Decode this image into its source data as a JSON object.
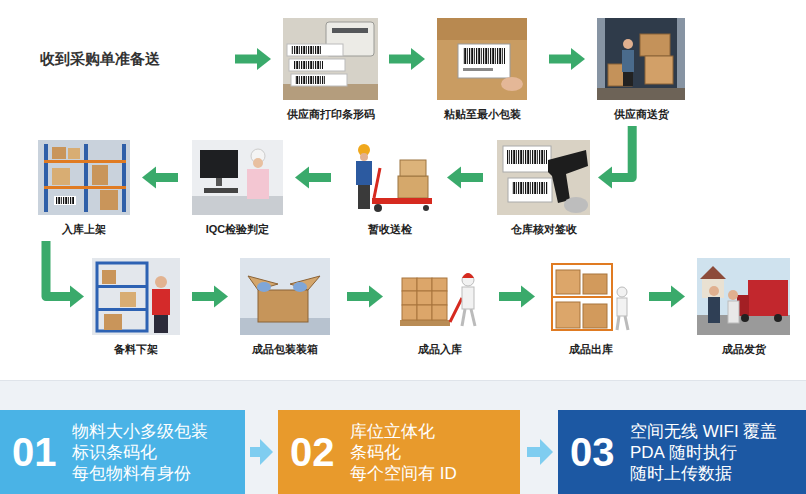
{
  "diagram": {
    "nodes": [
      {
        "text": [
          "收到采购单准备送"
        ]
      },
      {
        "text": [
          "供应商打印条形码"
        ]
      },
      {
        "text": [
          "粘贴至最小包装"
        ]
      },
      {
        "text": [
          "供应商送货"
        ]
      },
      {
        "text": [
          "仓库核对签收"
        ]
      },
      {
        "text": [
          "暂收送检"
        ]
      },
      {
        "text": [
          "IQC检验判定"
        ]
      },
      {
        "text": [
          "入库上架"
        ]
      },
      {
        "text": [
          "备料下架"
        ]
      },
      {
        "text": [
          "成品包装装箱"
        ]
      },
      {
        "text": [
          "成品入库"
        ]
      },
      {
        "text": [
          "成品出库"
        ]
      },
      {
        "text": [
          "成品发货"
        ]
      },
      {
        "text": [
          "01",
          "物料大小多级包装",
          "标识条码化",
          "每包物料有身份"
        ]
      },
      {
        "text": [
          "02",
          "库位立体化",
          "条码化",
          "每个空间有 ID"
        ]
      },
      {
        "text": [
          "03",
          "空间无线 WIFI 覆盖",
          "PDA 随时执行",
          "随时上传数据"
        ]
      }
    ],
    "edges": [
      {
        "from": 0,
        "to": 1,
        "arrow": "to"
      },
      {
        "from": 1,
        "to": 2,
        "arrow": "to"
      },
      {
        "from": 2,
        "to": 3,
        "arrow": "to"
      },
      {
        "from": 3,
        "to": 4,
        "arrow": "to"
      },
      {
        "from": 4,
        "to": 5,
        "arrow": "to"
      },
      {
        "from": 5,
        "to": 6,
        "arrow": "to"
      },
      {
        "from": 6,
        "to": 7,
        "arrow": "to"
      },
      {
        "from": 7,
        "to": 8,
        "arrow": "to"
      },
      {
        "from": 8,
        "to": 9,
        "arrow": "to"
      },
      {
        "from": 9,
        "to": 10,
        "arrow": "to"
      },
      {
        "from": 10,
        "to": 11,
        "arrow": "to"
      },
      {
        "from": 11,
        "to": 12,
        "arrow": "to"
      },
      {
        "from": 13,
        "to": 14,
        "arrow": "to"
      },
      {
        "from": 14,
        "to": 15,
        "arrow": "to"
      }
    ]
  }
}
